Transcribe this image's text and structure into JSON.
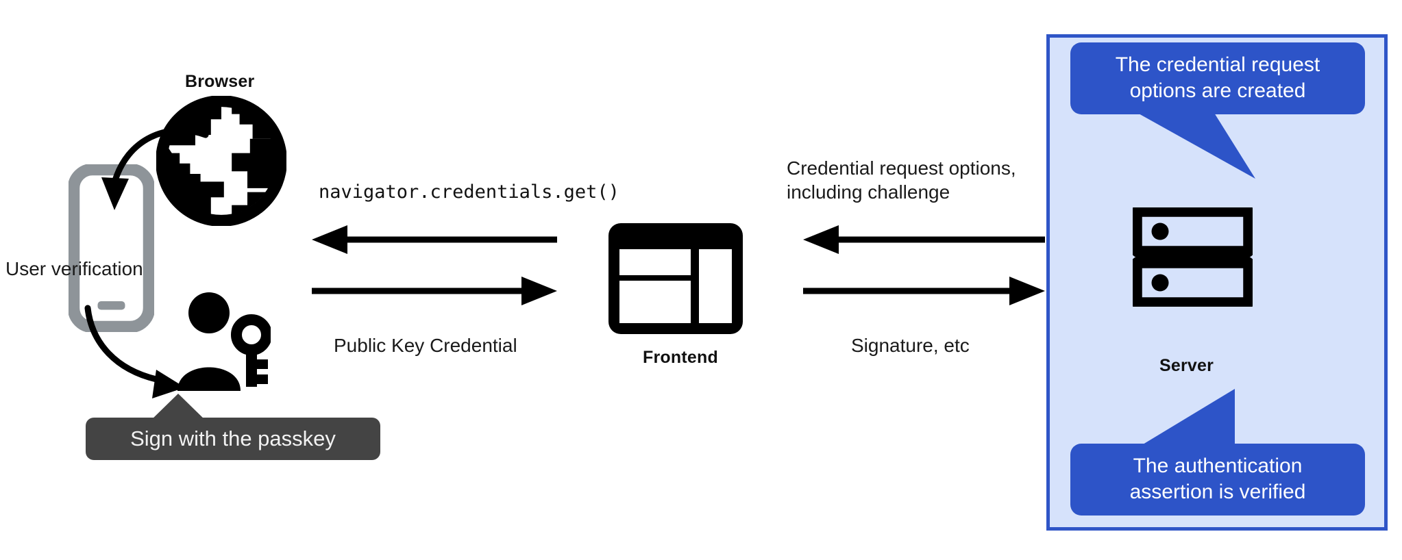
{
  "diagram": {
    "title": "WebAuthn passkey authentication flow",
    "colors": {
      "panel_fill": "#d6e2fb",
      "panel_border": "#2f55c7",
      "callout_blue": "#2d54c8",
      "callout_dark": "#444444",
      "ink": "#111111",
      "phone_gray": "#8e9499"
    }
  },
  "browser": {
    "label": "Browser",
    "icon": "globe-icon"
  },
  "device": {
    "icon": "smartphone-icon",
    "verification_label": "User verification",
    "arrow_in_name": "arrow-browser-to-phone",
    "arrow_out_name": "arrow-phone-to-user"
  },
  "user": {
    "icon": "person-with-key-icon",
    "tooltip": "Sign with the passkey"
  },
  "frontend": {
    "label": "Frontend",
    "icon": "layout-window-icon"
  },
  "server": {
    "label": "Server",
    "icon": "server-racks-icon",
    "callout_top": "The credential request options are created",
    "callout_top_lines": [
      "The credential request",
      "options are created"
    ],
    "callout_bottom": "The authentication assertion is verified",
    "callout_bottom_lines": [
      "The authentication",
      "assertion is verified"
    ]
  },
  "flows": {
    "browser_frontend": {
      "top_label": "navigator.credentials.get()",
      "bottom_label": "Public Key Credential",
      "top_direction": "left",
      "bottom_direction": "right"
    },
    "frontend_server": {
      "top_label_lines": [
        "Credential request options,",
        "including challenge"
      ],
      "top_label": "Credential request options, including challenge",
      "bottom_label": "Signature, etc",
      "top_direction": "left",
      "bottom_direction": "right"
    }
  }
}
